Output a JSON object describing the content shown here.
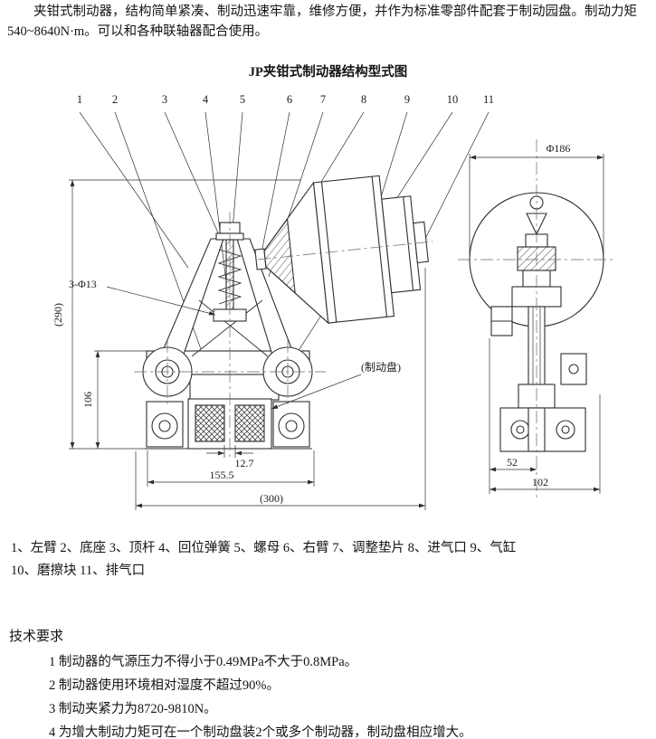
{
  "page": {
    "intro": "夹钳式制动器，结构简单紧凑、制动迅速牢靠，维修方便，并作为标准零部件配套于制动园盘。制动力矩540~8640N·m。可以和各种联轴器配合使用。",
    "figure_title": "JP夹钳式制动器结构型式图",
    "parts_line1": "1、左臂 2、底座 3、顶杆 4、回位弹簧 5、螺母 6、右臂 7、调整垫片 8、进气口 9、气缸",
    "parts_line2": "10、磨擦块 11、排气口",
    "tech_title": "技术要求",
    "tech_items": [
      "1 制动器的气源压力不得小于0.49MPa不大于0.8MPa。",
      "2 制动器使用环境相对湿度不超过90%。",
      "3 制动夹紧力为8720-9810N。",
      "4 为增大制动力矩可在一个制动盘装2个或多个制动器，制动盘相应增大。"
    ]
  },
  "drawing": {
    "part_numbers": [
      "1",
      "2",
      "3",
      "4",
      "5",
      "6",
      "7",
      "8",
      "9",
      "10",
      "11"
    ],
    "dims": {
      "phi186": "Φ186",
      "phi13": "3-Φ13",
      "h290": "(290)",
      "h106": "106",
      "disc": "(制动盘)",
      "w127": "12.7",
      "w1555": "155.5",
      "w300": "(300)",
      "w52": "52",
      "w102": "102"
    }
  }
}
